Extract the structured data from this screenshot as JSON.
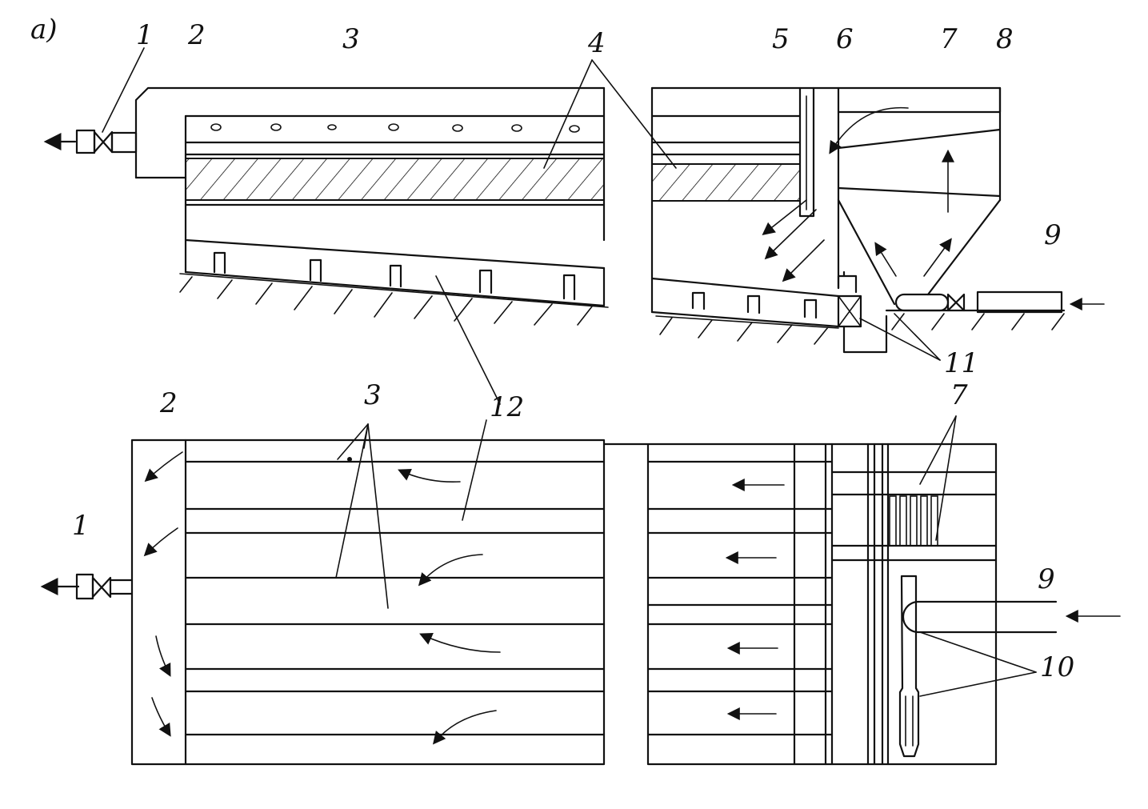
{
  "figure": {
    "panel_label": "a)",
    "labels": {
      "l1_top": "1",
      "l2_top": "2",
      "l3_top": "3",
      "l4_top": "4",
      "l5_top": "5",
      "l6_top": "6",
      "l7_top": "7",
      "l8_top": "8",
      "l9_top": "9",
      "l11": "11",
      "l12": "12",
      "l2_bottom": "2",
      "l3_bottom": "3",
      "l7_bottom": "7",
      "l1_bottom": "1",
      "l9_bottom": "9",
      "l10": "10"
    },
    "colors": {
      "ink": "#111111",
      "paper": "#ffffff"
    }
  }
}
